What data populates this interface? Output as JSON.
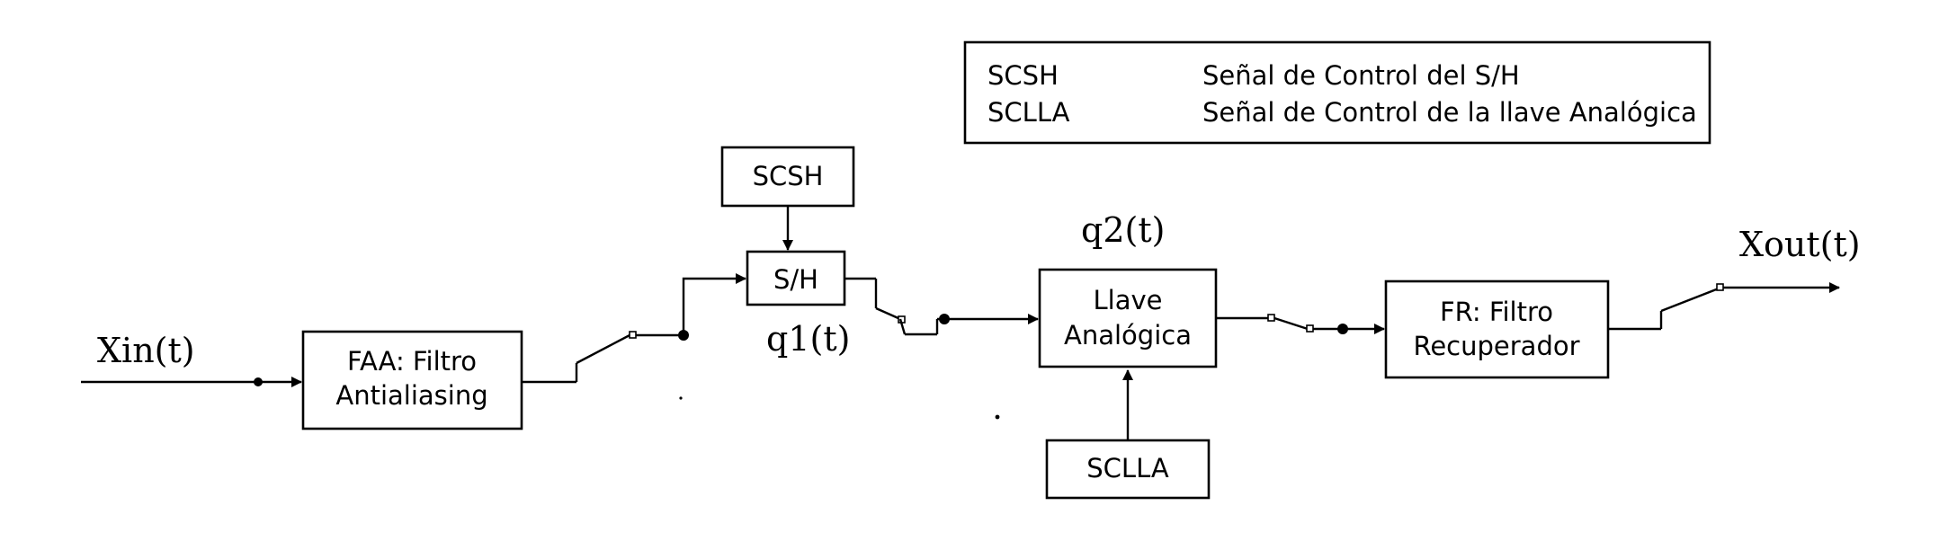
{
  "legend": {
    "rows": [
      {
        "abbr": "SCSH",
        "desc": "Señal de Control del S/H"
      },
      {
        "abbr": "SCLLA",
        "desc": "Señal de Control de la llave Analógica"
      }
    ]
  },
  "blocks": {
    "faa": {
      "line1": "FAA: Filtro",
      "line2": "Antialiasing"
    },
    "sh": {
      "label": "S/H"
    },
    "scsh": {
      "label": "SCSH"
    },
    "llave": {
      "line1": "Llave",
      "line2": "Analógica"
    },
    "sclla": {
      "label": "SCLLA"
    },
    "fr": {
      "line1": "FR: Filtro",
      "line2": "Recuperador"
    }
  },
  "signals": {
    "xin": "Xin(t)",
    "q1": "q1(t)",
    "q2": "q2(t)",
    "xout": "Xout(t)"
  }
}
